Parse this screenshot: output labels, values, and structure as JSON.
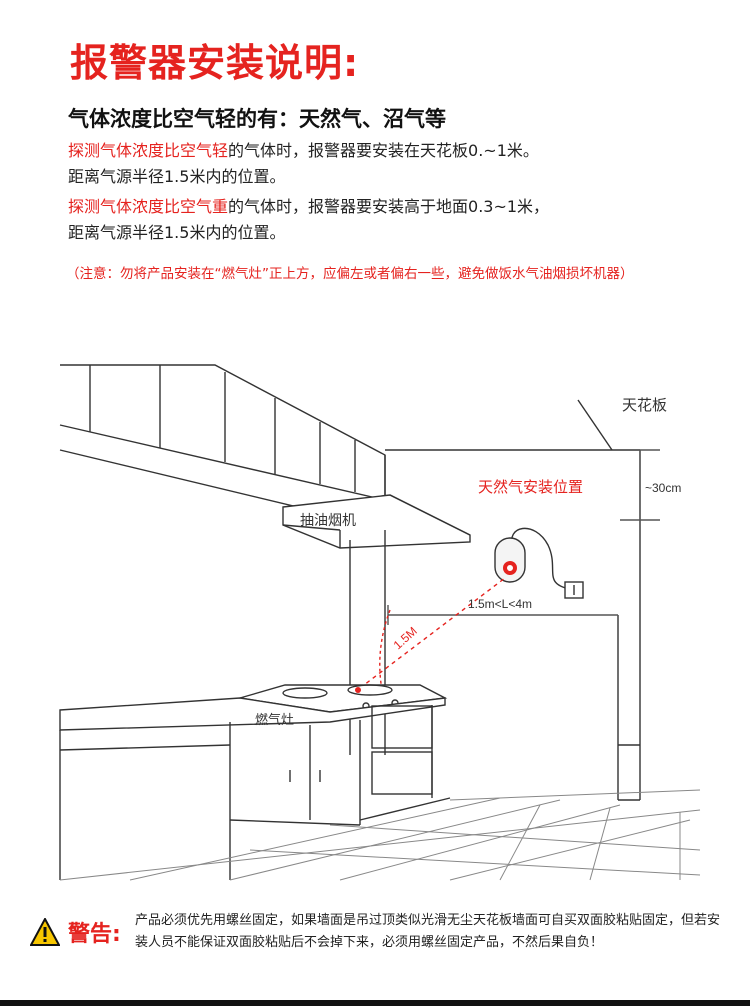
{
  "title": "报警器安装说明:",
  "subtitle": "气体浓度比空气轻的有：天然气、沼气等",
  "paragraphs": [
    {
      "red": "探测气体浓度比空气轻",
      "rest": "的气体时，报警器要安装在天花板0.~1米。",
      "line2": "距离气源半径1.5米内的位置。"
    },
    {
      "red": "探测气体浓度比空气重",
      "rest": "的气体时，报警器要安装高于地面0.3~1米，",
      "line2": "距离气源半径1.5米内的位置。"
    }
  ],
  "note": "（注意：勿将产品安装在“燃气灶”正上方，应偏左或者偏右一些，避免做饭水气油烟损坏机器）",
  "diagram": {
    "ceiling_label": "天花板",
    "install_label": "天然气安装位置",
    "ceiling_distance": "~30cm",
    "range_label": "1.5m<L<4m",
    "radius_label": "1.5M",
    "hood_label": "抽油烟机",
    "stove_label": "燃气灶",
    "accent_color": "#e5231f"
  },
  "warning": {
    "label": "警告:",
    "text": "产品必须优先用螺丝固定，如果墙面是吊过顶类似光滑无尘天花板墙面可自买双面胶粘贴固定，但若安装人员不能保证双面胶粘贴后不会掉下来，必须用螺丝固定产品，不然后果自负！"
  }
}
